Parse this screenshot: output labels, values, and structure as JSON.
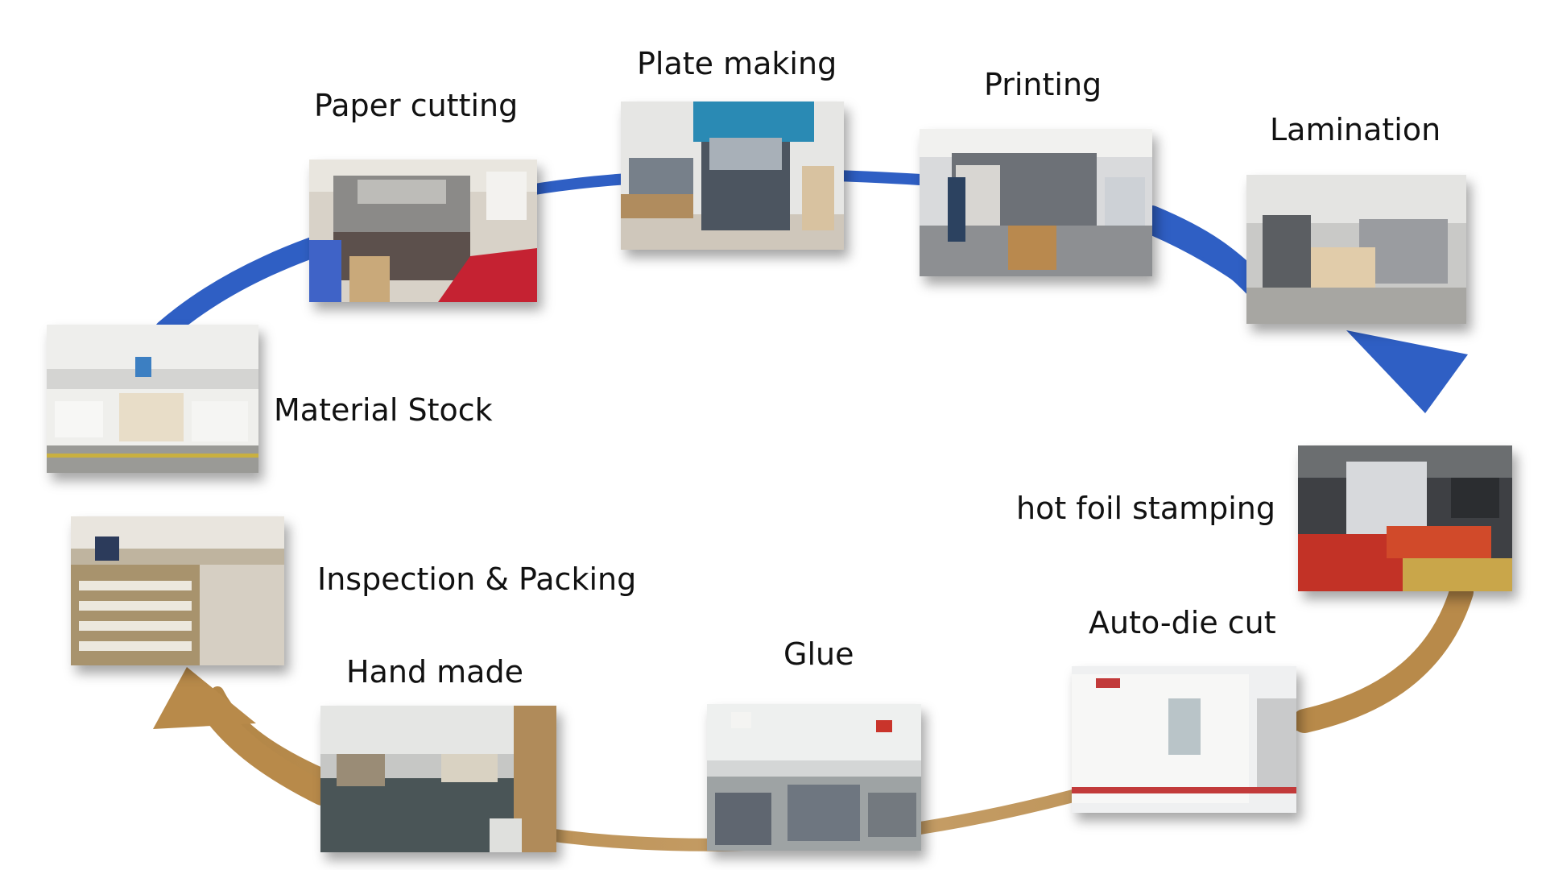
{
  "steps": [
    {
      "id": "material-stock",
      "label": "Material Stock",
      "photo": "material-stock-photo"
    },
    {
      "id": "paper-cutting",
      "label": "Paper cutting",
      "photo": "paper-cutting-photo"
    },
    {
      "id": "plate-making",
      "label": "Plate making",
      "photo": "plate-making-photo"
    },
    {
      "id": "printing",
      "label": "Printing",
      "photo": "printing-photo"
    },
    {
      "id": "lamination",
      "label": "Lamination",
      "photo": "lamination-photo"
    },
    {
      "id": "hot-foil-stamping",
      "label": "hot foil stamping",
      "photo": "hot-foil-stamping-photo"
    },
    {
      "id": "auto-die-cut",
      "label": "Auto-die cut",
      "photo": "auto-die-cut-photo"
    },
    {
      "id": "glue",
      "label": "Glue",
      "photo": "glue-photo"
    },
    {
      "id": "hand-made",
      "label": "Hand made",
      "photo": "hand-made-photo"
    },
    {
      "id": "inspection-packing",
      "label": "Inspection & Packing",
      "photo": "inspection-packing-photo"
    }
  ],
  "colors": {
    "upper_arrow": "#2f5fc4",
    "lower_arrow": "#b88a4a",
    "text": "#111111"
  }
}
